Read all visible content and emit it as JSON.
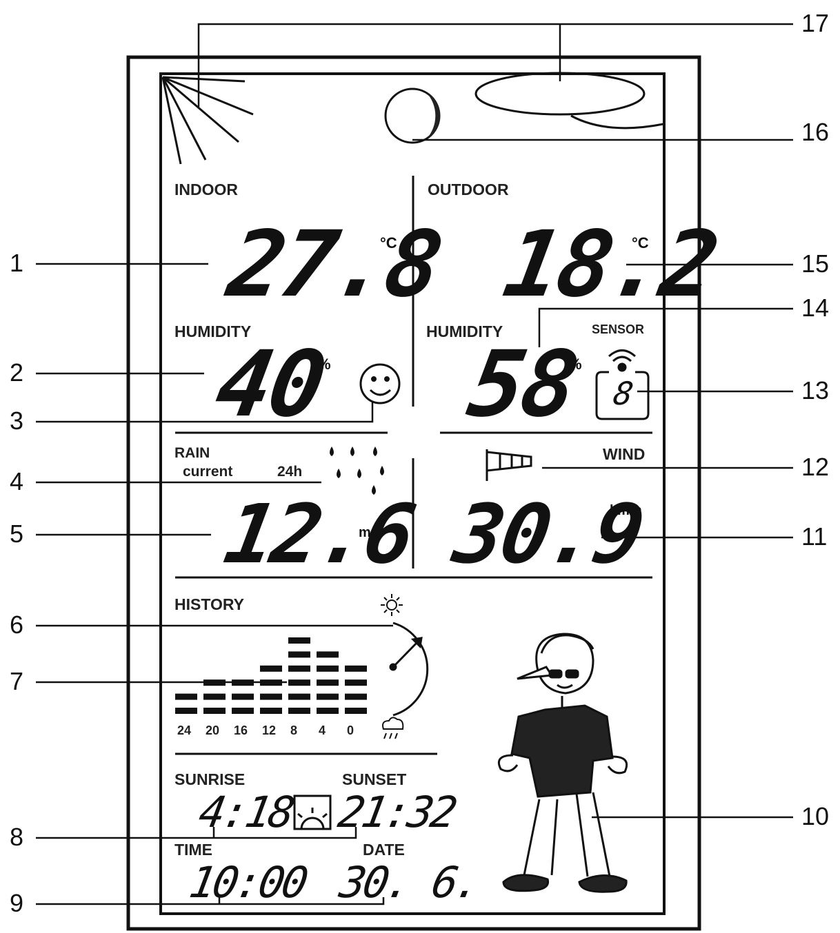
{
  "callouts": [
    "1",
    "2",
    "3",
    "4",
    "5",
    "6",
    "7",
    "8",
    "9",
    "10",
    "11",
    "12",
    "13",
    "14",
    "15",
    "16",
    "17"
  ],
  "indoor": {
    "label": "INDOOR",
    "temperature": "27.8",
    "temp_unit": "°C",
    "humidity_label": "HUMIDITY",
    "humidity": "40",
    "humidity_unit": "%"
  },
  "outdoor": {
    "label": "OUTDOOR",
    "temperature": "18.2",
    "temp_unit": "°C",
    "humidity_label": "HUMIDITY",
    "humidity": "58",
    "humidity_unit": "%",
    "sensor_label": "SENSOR",
    "sensor_channel": "8"
  },
  "rain": {
    "label": "RAIN",
    "current_label": "current",
    "period_label": "24h",
    "value": "12.6",
    "unit": "mm"
  },
  "wind": {
    "label": "WIND",
    "value": "30.9",
    "unit": "km/h"
  },
  "history": {
    "label": "HISTORY",
    "hours": [
      "24",
      "20",
      "16",
      "12",
      "8",
      "4",
      "0"
    ],
    "levels": [
      2,
      3,
      3,
      4,
      6,
      5,
      4
    ]
  },
  "sun": {
    "sunrise_label": "SUNRISE",
    "sunrise": "4:18",
    "sunset_label": "SUNSET",
    "sunset": "21:32"
  },
  "clock": {
    "time_label": "TIME",
    "time": "10:00",
    "date_label": "DATE",
    "date": "30. 6."
  },
  "icons": {
    "sun": "sun-rays-icon",
    "moon": "moon-phase-icon",
    "cloud": "cloud-icon",
    "comfort": "smiley-icon",
    "rain": "raindrops-icon",
    "wind": "windsock-icon",
    "signal": "signal-icon",
    "pressure": "pressure-gauge-icon",
    "sunny": "sunny-small-icon",
    "rainy": "rain-cloud-small-icon",
    "sunrise": "sunrise-icon",
    "figure": "boy-figure-icon"
  }
}
